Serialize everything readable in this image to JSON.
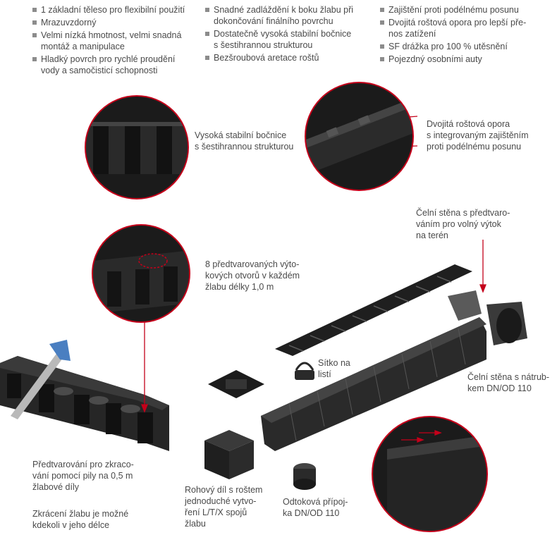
{
  "features": {
    "col1": [
      [
        "1 základní těleso pro flexibilní použití"
      ],
      [
        "Mrazuvzdorný"
      ],
      [
        "Velmi nízká hmotnost, velmi snadná",
        "montáž a manipulace"
      ],
      [
        "Hladký povrch pro rychlé proudění",
        "vody a samočisticí schopnosti"
      ]
    ],
    "col2": [
      [
        "Snadné zadláždění k boku žlabu při",
        "dokončování finálního povrchu"
      ],
      [
        "Dostatečně vysoká stabilní bočnice",
        "s šestihrannou strukturou"
      ],
      [
        "Bezšroubová aretace roštů"
      ]
    ],
    "col3": [
      [
        "Zajištění proti podélnému posunu"
      ],
      [
        "Dvojitá roštová opora pro lepší pře-",
        "nos zatížení"
      ],
      [
        "SF drážka pro 100 % utěsnění"
      ],
      [
        "Pojezdný osobními auty"
      ]
    ]
  },
  "callouts": {
    "side_wall": [
      "Vysoká stabilní bočnice",
      "s  šestihrannou strukturou"
    ],
    "grate_support": [
      "Dvojitá roštová opora",
      "s  integrovaným zajištěním",
      "proti podélnému posunu"
    ],
    "end_wall_free": [
      "Čelní stěna s předtvaro-",
      "váním pro volný výtok",
      "na terén"
    ],
    "outlets": [
      "8 předtvarovaných výto-",
      "kových otvorů v každém",
      "žlabu délky 1,0 m"
    ],
    "leaf_screen": [
      "Sítko na",
      "listí"
    ],
    "end_wall_pipe": [
      "Čelní stěna s nátrub-",
      "kem DN/OD 110"
    ],
    "shortening": [
      "Předtvarování pro zkraco-",
      "vání pomocí pily na 0,5 m",
      "žlabové díly"
    ],
    "cut_anywhere": [
      "Zkrácení žlabu je možné",
      "kdekoli v jeho délce"
    ],
    "corner": [
      "Rohový díl s roštem",
      "jednoduché vytvo-",
      "ření L/T/X spojů",
      "žlabu"
    ],
    "drain": [
      "Odtoková přípoj-",
      "ka DN/OD 110"
    ]
  },
  "colors": {
    "accent_red": "#c4001a",
    "text_gray": "#4a4a4a",
    "bullet_gray": "#8c8c8c",
    "product_black": "#1f1f1f",
    "handle_blue": "#4a7fc1"
  }
}
